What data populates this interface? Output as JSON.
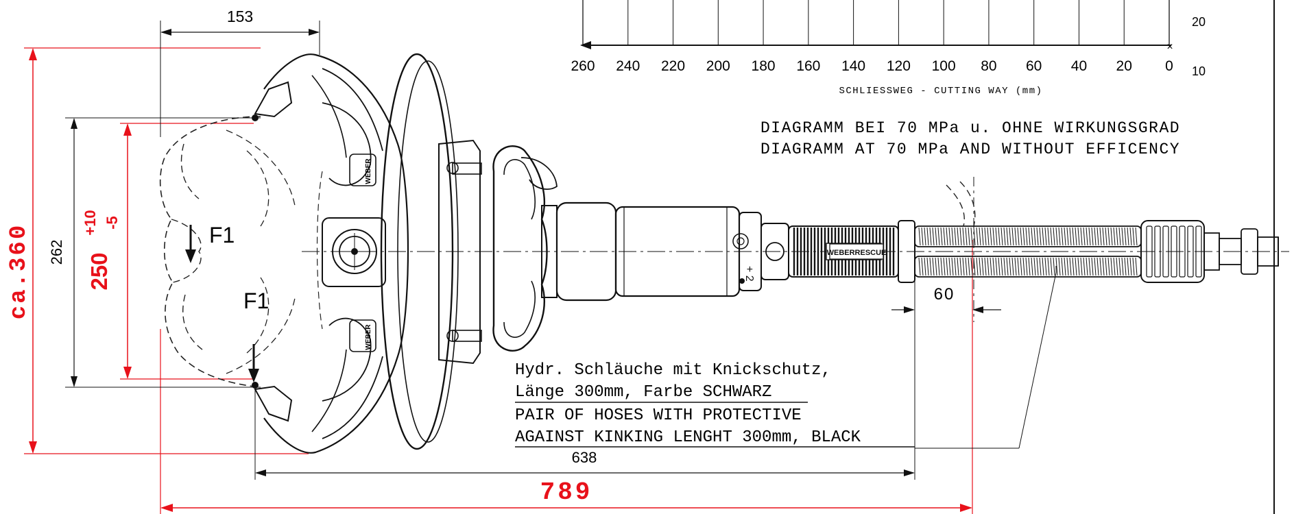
{
  "dimensions": {
    "top_width": "153",
    "overall_height": "ca.360",
    "height_262": "262",
    "opening_250": "250",
    "tol_plus": "+10",
    "tol_minus": "-5",
    "hose_offset": "60",
    "length_638": "638",
    "overall_length": "789"
  },
  "forces": {
    "f1_top": "F1",
    "f1_mid": "F1"
  },
  "chart_axis": {
    "ticks": [
      "260",
      "240",
      "220",
      "200",
      "180",
      "160",
      "140",
      "120",
      "100",
      "80",
      "60",
      "40",
      "20",
      "0"
    ],
    "right_labels": [
      "20",
      "10"
    ],
    "label": "SCHLIESSWEG - CUTTING WAY (mm)"
  },
  "diagram_note": {
    "line1": "DIAGRAMM BEI 70 MPa u. OHNE WIRKUNGSGRAD",
    "line2": "DIAGRAMM AT 70 MPa AND WITHOUT EFFICENCY"
  },
  "hose_note": {
    "de1": "Hydr. Schläuche mit Knickschutz,",
    "de2": "Länge 300mm, Farbe SCHWARZ",
    "en1": "PAIR OF HOSES WITH PROTECTIVE",
    "en2": "AGAINST KINKING LENGHT 300mm, BLACK"
  },
  "brand_labels": {
    "body": "WEBERRESCUE",
    "jaw": "WEBER"
  },
  "colors": {
    "dimension_red": "#e8111a",
    "line_black": "#111111"
  }
}
